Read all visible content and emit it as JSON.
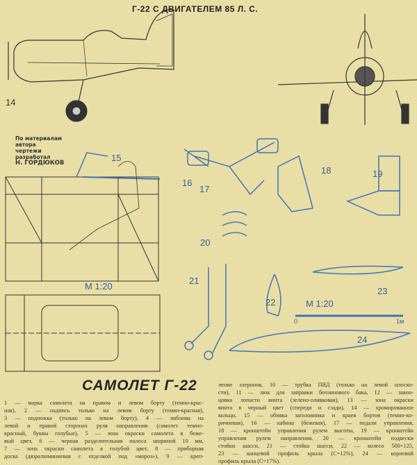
{
  "title": "Г-22 С ДВИГАТЕЛЕМ 85 Л. С.",
  "credits": {
    "lines": [
      "По материалам",
      "автора",
      "чертежи",
      "разработал"
    ],
    "author": "Н. ГОРДЮКОВ"
  },
  "callouts": [
    "14",
    "15",
    "16",
    "17",
    "18",
    "19",
    "20",
    "21",
    "22",
    "23",
    "24"
  ],
  "scales": {
    "cockpit": "М 1:20",
    "parts": "М 1:20",
    "bar_start": "0",
    "bar_end": "1м"
  },
  "heading": "САМОЛЕТ Г-22",
  "legend_left": [
    "1 — марка самолета на правом и левом борту (темно-крас-",
    "ная), 2 — надпись только на левом борту (темно-красная),",
    "3 — подножка (только на левом борту), 4 — эмблема на",
    "левой и правой сторонах руля направления (самолет темно-",
    "красный, буквы голубые), 5 — зона окраски самолета в беже-",
    "вый цвет, 6 — черная разделительная полоса шириной 10 мм,",
    "7 — зона окраски самолета в голубой цвет, 8 — приборная",
    "доска (дюралюминиевая с отделкой под «мороз»), 9 — креп-"
  ],
  "legend_right": [
    "ление элеронов, 10 — трубка ПВД (только на левой плоско-",
    "сти), 11 — люк для заправки бензинового бака, 12 — закон-",
    "цовка лопасти винта (зелено-оливковая), 13 — зона окраски",
    "винта в черный цвет (спереди и сзади), 14 — хромированное",
    "кольцо, 15 — обивка заголовника и краев бортов (темно-ко-",
    "ричневая), 16 — кабина (бежевая), 17 — педали управления,",
    "18 — кронштейн управления рулем высоты, 19 — кронштейн",
    "управления рулем направления, 20 — кронштейн подвески",
    "стойки шасси, 21 — стойка шасси, 22 — колесо 500×125,",
    "23 — концевой профиль крыла (С=12%), 24 — корневой",
    "профиль крыла (С=17%)."
  ],
  "colors": {
    "paper": "#e9dea6",
    "ink": "#2a2620",
    "blue": "#3f74b8"
  }
}
